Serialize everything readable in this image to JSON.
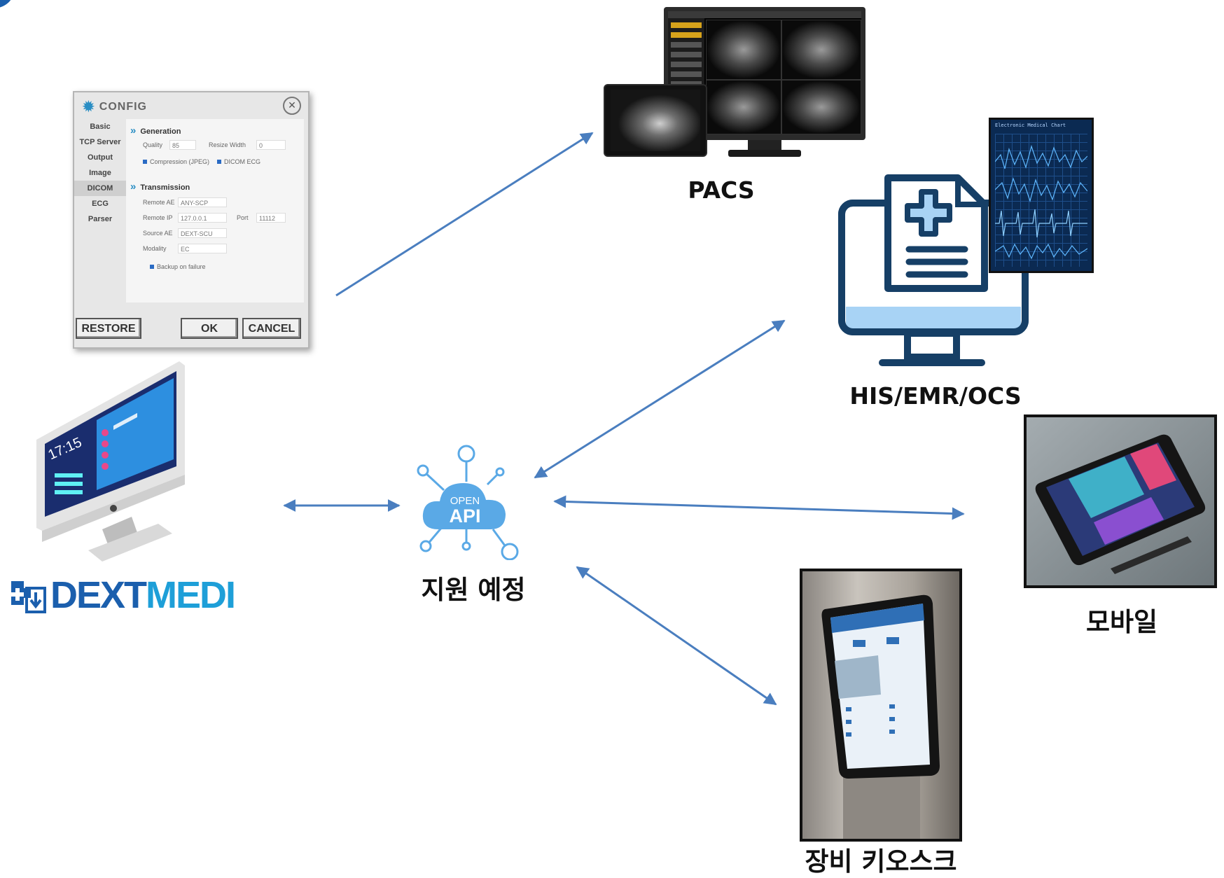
{
  "colors": {
    "arrow": "#4a7ebf",
    "brand_dark": "#1b5fad",
    "brand_light": "#1e9fd8",
    "api_cloud": "#5aa9e6",
    "monitor_navy": "#163f66"
  },
  "config_dialog": {
    "title": "CONFIG",
    "close_icon": "close-icon",
    "tabs": [
      "Basic",
      "TCP Server",
      "Output",
      "Image",
      "DICOM",
      "ECG",
      "Parser"
    ],
    "active_tab": "DICOM",
    "generation": {
      "heading": "Generation",
      "quality_label": "Quality",
      "quality_value": "85",
      "resize_label": "Resize Width",
      "resize_value": "0",
      "compression_label": "Compression (JPEG)",
      "dicom_ecg_label": "DICOM ECG"
    },
    "transmission": {
      "heading": "Transmission",
      "remote_ae_label": "Remote AE",
      "remote_ae_value": "ANY-SCP",
      "remote_ip_label": "Remote IP",
      "remote_ip_value": "127.0.0.1",
      "port_label": "Port",
      "port_value": "11112",
      "source_ae_label": "Source AE",
      "source_ae_value": "DEXT-SCU",
      "modality_label": "Modality",
      "modality_value": "EC",
      "backup_label": "Backup on failure"
    },
    "buttons": {
      "restore": "RESTORE",
      "ok": "OK",
      "cancel": "CANCEL"
    }
  },
  "nodes": {
    "pacs": "PACS",
    "his": "HIS/EMR/OCS",
    "his_chart_title": "Electronic Medical Chart",
    "mobile": "모바일",
    "kiosk": "장비 키오스크",
    "api_top": "OPEN",
    "api_bottom": "API",
    "api_caption": "지원 예정",
    "dextmedi_clock": "17:15",
    "logo_part1": "DEXT",
    "logo_part2": "MEDI"
  }
}
